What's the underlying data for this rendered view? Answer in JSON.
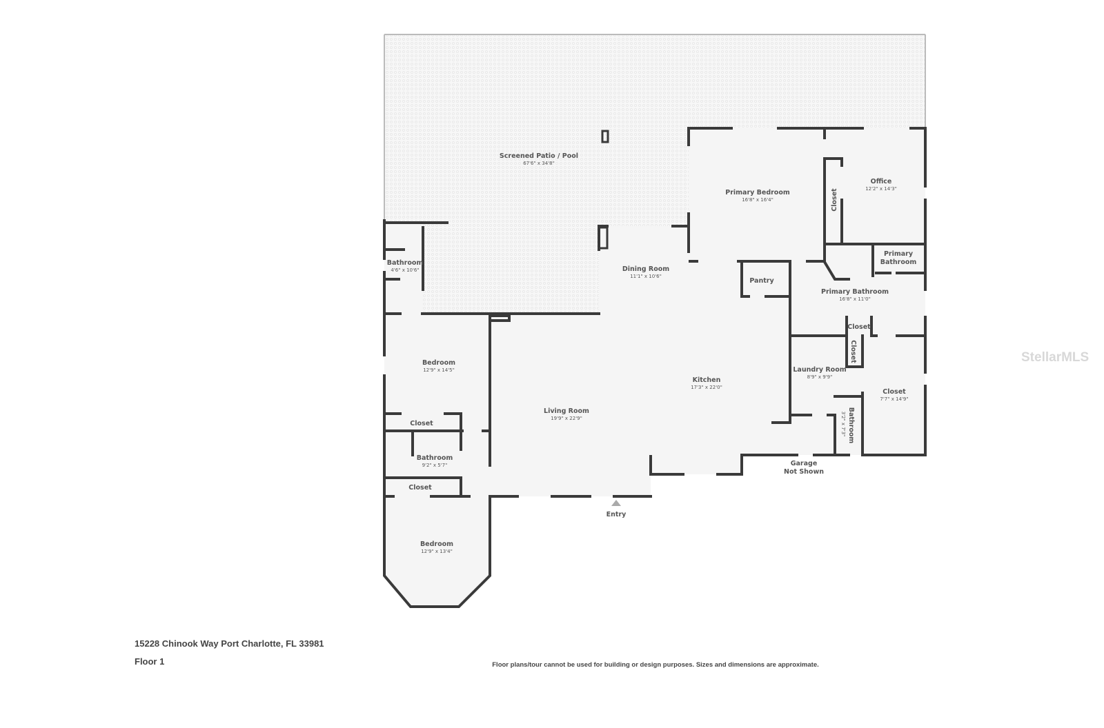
{
  "rooms": {
    "patio": {
      "name": "Screened Patio / Pool",
      "dims": "67'6\" x 34'8\""
    },
    "primary_bedroom": {
      "name": "Primary Bedroom",
      "dims": "16'8\" x 16'4\""
    },
    "office": {
      "name": "Office",
      "dims": "12'2\" x 14'3\""
    },
    "office_closet": {
      "name": "Closet"
    },
    "primary_bath_small": {
      "name_line1": "Primary",
      "name_line2": "Bathroom"
    },
    "primary_bathroom": {
      "name": "Primary Bathroom",
      "dims": "16'8\" x 11'0\""
    },
    "pantry": {
      "name": "Pantry"
    },
    "dining": {
      "name": "Dining Room",
      "dims": "11'1\" x 10'6\""
    },
    "bathroom_nw": {
      "name": "Bathroom",
      "dims": "4'6\" x 10'6\""
    },
    "bedroom_1": {
      "name": "Bedroom",
      "dims": "12'9\" x 14'5\""
    },
    "living": {
      "name": "Living Room",
      "dims": "19'9\" x 22'9\""
    },
    "kitchen": {
      "name": "Kitchen",
      "dims": "17'3\" x 22'0\""
    },
    "closet_a": {
      "name": "Closet"
    },
    "bathroom_hall": {
      "name": "Bathroom",
      "dims": "9'2\" x 5'7\""
    },
    "closet_b": {
      "name": "Closet"
    },
    "bedroom_2": {
      "name": "Bedroom",
      "dims": "12'9\" x 13'4\""
    },
    "closet_small": {
      "name": "Closet"
    },
    "closet_vertical": {
      "name": "Closet"
    },
    "laundry": {
      "name": "Laundry Room",
      "dims": "8'9\" x 9'9\""
    },
    "closet_large": {
      "name": "Closet",
      "dims": "7'7\" x 14'9\""
    },
    "bathroom_small": {
      "name": "Bathroom",
      "dims": "3'2\" x 7'3\""
    },
    "garage": {
      "line1": "Garage",
      "line2": "Not Shown"
    },
    "entry": {
      "name": "Entry"
    }
  },
  "footer": {
    "address": "15228 Chinook Way Port Charlotte, FL 33981",
    "floor": "Floor 1",
    "disclaimer": "Floor plans/tour cannot be used for building or design purposes. Sizes and dimensions are approximate."
  },
  "watermark": "StellarMLS"
}
